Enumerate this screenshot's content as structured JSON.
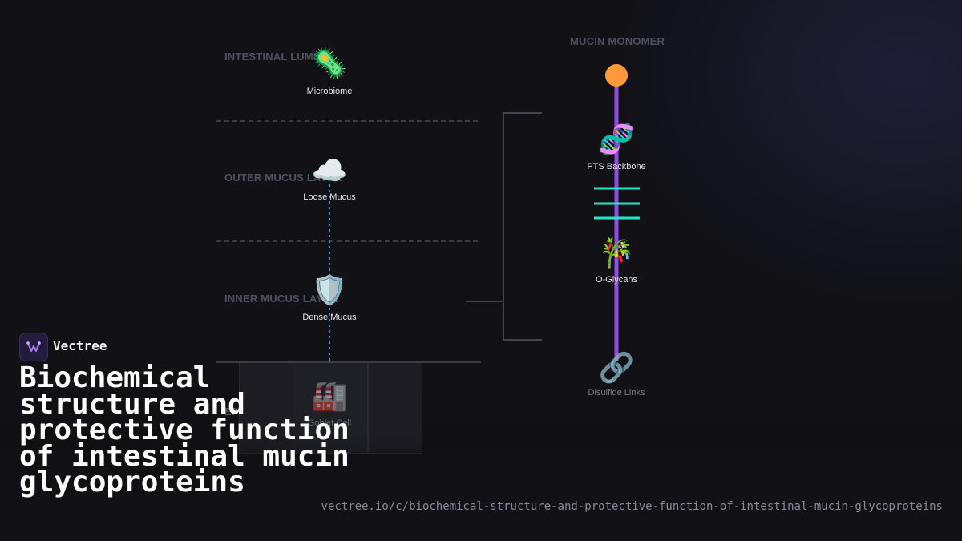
{
  "layers": {
    "lumen": "INTESTINAL LUMEN",
    "outer": "OUTER MUCUS LAYER",
    "inner": "INNER MUCUS LAYER",
    "epithelium": "EPITHELIUM"
  },
  "nodes": {
    "microbiome": {
      "icon": "🦠",
      "label": "Microbiome"
    },
    "loose_mucus": {
      "icon": "☁️",
      "label": "Loose Mucus"
    },
    "dense_mucus": {
      "icon": "🛡️",
      "label": "Dense Mucus"
    },
    "goblet_cell": {
      "icon": "🏭",
      "label": "Goblet Cell"
    }
  },
  "monomer": {
    "title": "MUCIN MONOMER",
    "pts_backbone": {
      "icon": "🧬",
      "label": "PTS Backbone"
    },
    "o_glycans": {
      "icon": "🎋",
      "label": "O-Glycans"
    },
    "disulfide_links": {
      "icon": "🔗",
      "label": "Disulfide Links"
    }
  },
  "colors": {
    "accent_purple": "#8e4fe0",
    "accent_orange": "#ff9a3c",
    "accent_teal": "#22e8c8",
    "flow_blue": "#4a90e2"
  },
  "brand": {
    "name": "Vectree"
  },
  "title": "Biochemical structure and protective function of intestinal mucin glycoproteins",
  "url": "vectree.io/c/biochemical-structure-and-protective-function-of-intestinal-mucin-glycoproteins"
}
